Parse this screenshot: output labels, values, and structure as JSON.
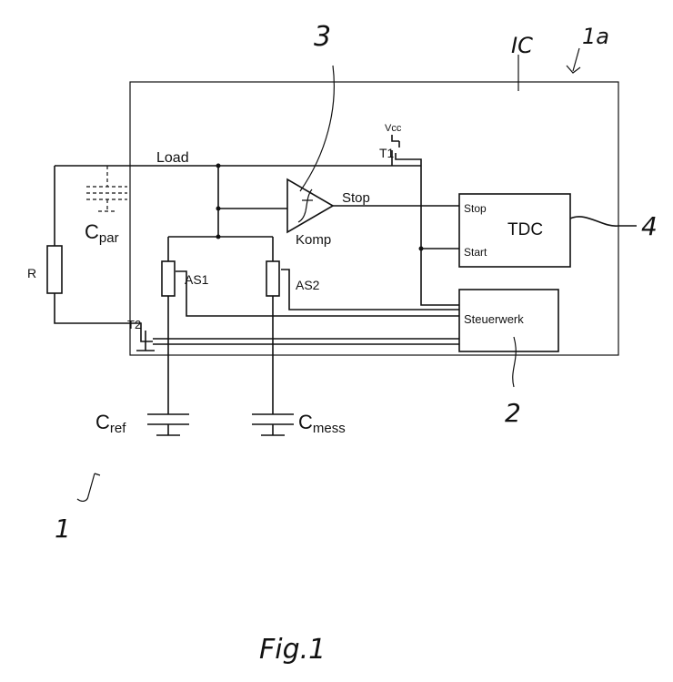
{
  "figure": {
    "caption": "Fig.1",
    "ref_numbers": {
      "ic_label": "IC",
      "chip_ref": "1a",
      "comparator_ref": "3",
      "tdc_ref": "4",
      "control_ref": "2",
      "system_ref": "1"
    }
  },
  "blocks": {
    "tdc": {
      "label": "TDC",
      "stop_pin": "Stop",
      "start_pin": "Start"
    },
    "control_unit": {
      "label": "Steuerwerk"
    },
    "comparator": {
      "label": "Komp",
      "symbol": "f",
      "output_label": "Stop"
    }
  },
  "components": {
    "resistor": "R",
    "cpar": {
      "main": "C",
      "sub": "par"
    },
    "cref": {
      "main": "C",
      "sub": "ref"
    },
    "cmess": {
      "main": "C",
      "sub": "mess"
    },
    "switch1": "AS1",
    "switch2": "AS2",
    "transistor1": "T1",
    "transistor2": "T2",
    "vcc": "Vcc",
    "load_node": "Load"
  }
}
